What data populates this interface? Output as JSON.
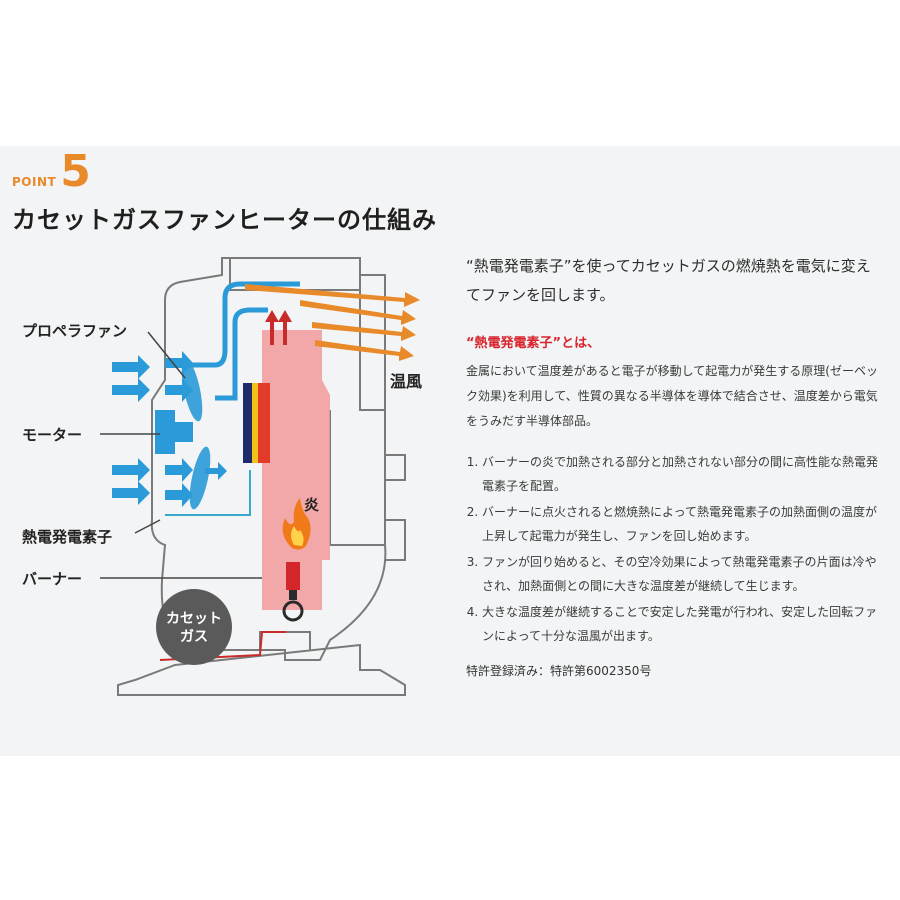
{
  "point": {
    "label": "POINT",
    "number": "5"
  },
  "heading": "カセットガスファンヒーターの仕組み",
  "diagram": {
    "labels": {
      "propeller_fan": "プロペラファン",
      "motor": "モーター",
      "thermoelectric": "熱電発電素子",
      "burner": "バーナー",
      "warm_air": "温風",
      "flame": "炎",
      "cassette_gas": "カセットガス"
    }
  },
  "intro": "“熱電発電素子”を使ってカセットガスの燃焼熱を電気に変えてファンを回します。",
  "definition": {
    "title": "“熱電発電素子”とは、",
    "body": "金属において温度差があると電子が移動して起電力が発生する原理(ゼーベック効果)を利用して、性質の異なる半導体を導体で結合させ、温度差から電気をうみだす半導体部品。"
  },
  "steps": [
    "バーナーの炎で加熱される部分と加熱されない部分の間に高性能な熱電発電素子を配置。",
    "バーナーに点火されると燃焼熱によって熱電発電素子の加熱面側の温度が上昇して起電力が発生し、ファンを回し始めます。",
    "ファンが回り始めると、その空冷効果によって熱電発電素子の片面は冷やされ、加熱面側との間に大きな温度差が継続して生じます。",
    "大きな温度差が継続することで安定した発電が行われ、安定した回転ファンによって十分な温風が出ます。"
  ],
  "patent": "特許登録済み：特許第6002350号",
  "colors": {
    "accent_orange": "#e8892a",
    "definition_red": "#d9232d",
    "blue_air": "#2a9ad8",
    "heat_pink": "#f19a9a"
  }
}
